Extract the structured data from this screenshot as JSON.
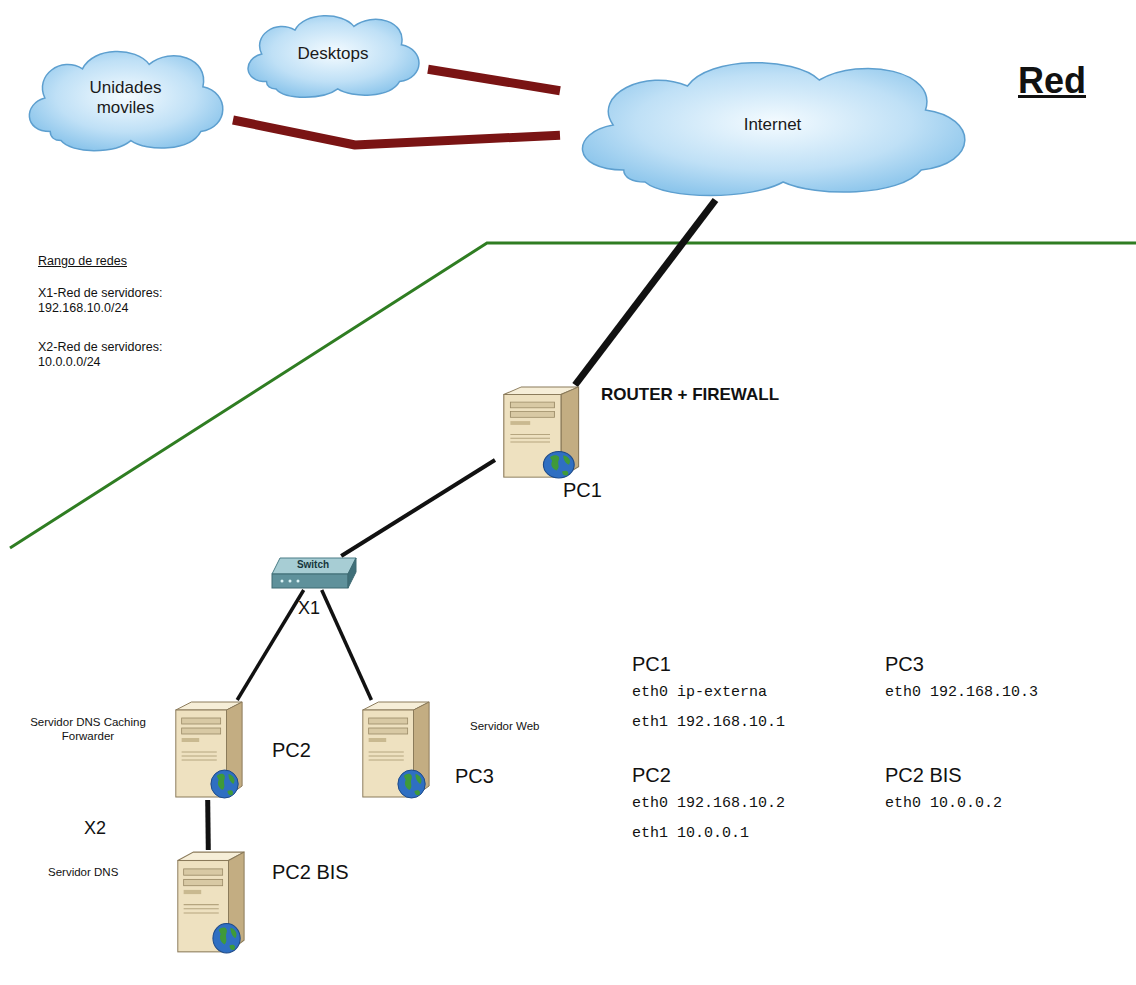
{
  "diagram": {
    "title": "Red",
    "nodes": [
      {
        "text": [
          "Unidades moviles"
        ]
      },
      {
        "text": [
          "Desktops"
        ]
      },
      {
        "text": [
          "Internet"
        ]
      },
      {
        "text": [
          "ROUTER + FIREWALL",
          "PC1"
        ]
      },
      {
        "text": [
          "Switch"
        ]
      },
      {
        "text": [
          "Servidor DNS Caching Forwarder",
          "PC2"
        ]
      },
      {
        "text": [
          "Servidor Web",
          "PC3"
        ]
      },
      {
        "text": [
          "Servidor DNS",
          "PC2 BIS"
        ]
      }
    ],
    "edges": [
      {
        "from": 0,
        "to": 2,
        "arrow": "none"
      },
      {
        "from": 1,
        "to": 2,
        "arrow": "none"
      },
      {
        "from": 2,
        "to": 3,
        "arrow": "none"
      },
      {
        "from": 3,
        "to": 4,
        "arrow": "none"
      },
      {
        "from": 4,
        "to": 5,
        "arrow": "none"
      },
      {
        "from": 4,
        "to": 6,
        "arrow": "none"
      },
      {
        "from": 5,
        "to": 7,
        "arrow": "none"
      }
    ],
    "labels": [
      "Rango de redes",
      "X1-Red de servidores: 192.168.10.0/24",
      "X2-Red de servidores: 10.0.0.0/24",
      "X1",
      "X2",
      "PC1",
      "eth0 ip-externa",
      "eth1 192.168.10.1",
      "PC3",
      "eth0 192.168.10.3",
      "PC2",
      "eth0 192.168.10.2",
      "eth1 10.0.0.1",
      "PC2 BIS",
      "eth0 10.0.0.2"
    ]
  }
}
